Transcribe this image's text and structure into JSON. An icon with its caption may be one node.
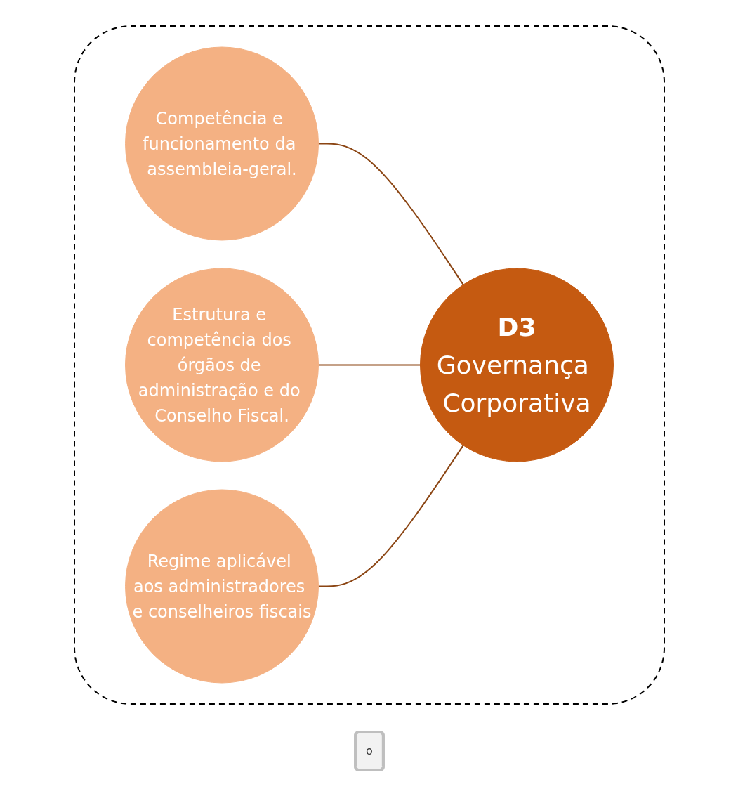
{
  "diagram": {
    "nodes": [
      {
        "text": [
          "o"
        ]
      },
      {
        "text": [],
        "shape": "cloud"
      },
      {
        "text": [
          "Competência e funcionamento da assembleia-geral."
        ],
        "in": 1
      },
      {
        "text": [
          "D3",
          "Governança Corporativa"
        ],
        "in": 1
      },
      {
        "text": [
          "Estrutura e competência dos órgãos de administração e do Conselho Fiscal."
        ],
        "in": 1
      },
      {
        "text": [
          "Regime aplicável aos administradores e conselheiros fiscais"
        ],
        "in": 1
      }
    ],
    "edges": [
      {
        "from": 2,
        "to": 3,
        "arrow": "none",
        "color": "#8b4513"
      },
      {
        "from": 4,
        "to": 3,
        "arrow": "none",
        "color": "#8b4513"
      },
      {
        "from": 5,
        "to": 3,
        "arrow": "none",
        "color": "#8b4513"
      }
    ]
  }
}
